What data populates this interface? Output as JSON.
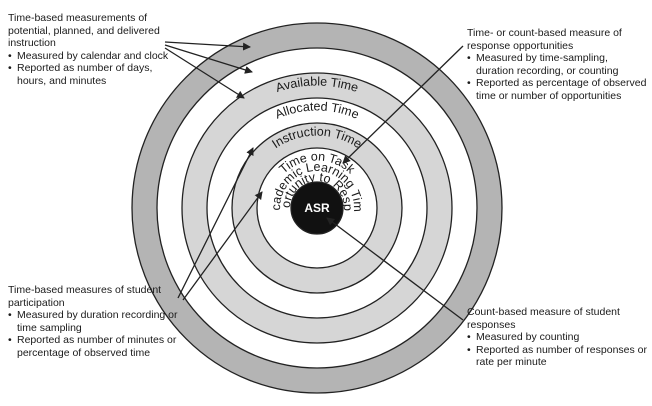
{
  "rings": [
    {
      "label": "Available Time",
      "fill": "#b4b4b4"
    },
    {
      "label": "Allocated Time",
      "fill": "#ffffff"
    },
    {
      "label": "Instruction Time",
      "fill": "#d6d6d6"
    },
    {
      "label": "Time on Task",
      "fill": "#ffffff"
    },
    {
      "label": "Academic Learning Time",
      "fill": "#d6d6d6"
    },
    {
      "label": "Opportunity to Respond",
      "fill": "#ffffff"
    }
  ],
  "center": {
    "label": "ASR",
    "fill": "#111111"
  },
  "notes": {
    "top_left": {
      "head": "Time-based measurements of potential, planned, and delivered instruction",
      "bullets": [
        "Measured by calendar and clock",
        "Reported as number of days, hours, and minutes"
      ]
    },
    "top_right": {
      "head": "Time- or count-based measure of response opportunities",
      "bullets": [
        "Measured by time-sampling, duration recording, or counting",
        "Reported as percentage of observed time or number of opportunities"
      ]
    },
    "bottom_left": {
      "head": "Time-based measures of student participation",
      "bullets": [
        "Measured by duration recording or time sampling",
        "Reported as number of minutes or percentage of observed time"
      ]
    },
    "bottom_right": {
      "head": "Count-based measure of student responses",
      "bullets": [
        "Measured by counting",
        "Reported as number of responses or rate per minute"
      ]
    }
  },
  "colors": {
    "ring_stroke": "#222222",
    "arrow": "#222222"
  }
}
